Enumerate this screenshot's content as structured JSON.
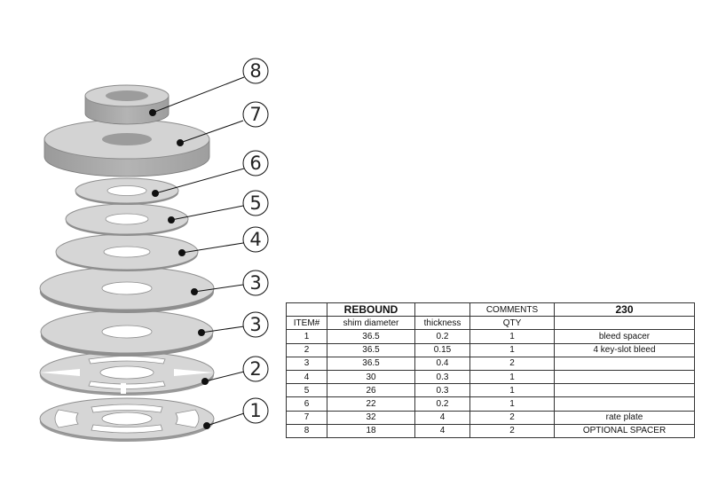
{
  "balloons": [
    "8",
    "7",
    "6",
    "5",
    "4",
    "3",
    "3",
    "2",
    "1"
  ],
  "table": {
    "title_row": [
      "",
      "REBOUND",
      "",
      "COMMENTS",
      "230"
    ],
    "headers": [
      "ITEM#",
      "shim diameter",
      "thickness",
      "QTY",
      ""
    ],
    "rows": [
      [
        "1",
        "36.5",
        "0.2",
        "1",
        "bleed spacer"
      ],
      [
        "2",
        "36.5",
        "0.15",
        "1",
        "4 key-slot bleed"
      ],
      [
        "3",
        "36.5",
        "0.4",
        "2",
        ""
      ],
      [
        "4",
        "30",
        "0.3",
        "1",
        ""
      ],
      [
        "5",
        "26",
        "0.3",
        "1",
        ""
      ],
      [
        "6",
        "22",
        "0.2",
        "1",
        ""
      ],
      [
        "7",
        "32",
        "4",
        "2",
        "rate plate"
      ],
      [
        "8",
        "18",
        "4",
        "2",
        "OPTIONAL SPACER"
      ]
    ]
  },
  "colors": {
    "shim_face": "#d6d6d6",
    "shim_edge": "#8e8e8e",
    "spacer_side": "#a9a9a9",
    "spacer_top": "#d2d2d2",
    "leader": "#111111"
  }
}
